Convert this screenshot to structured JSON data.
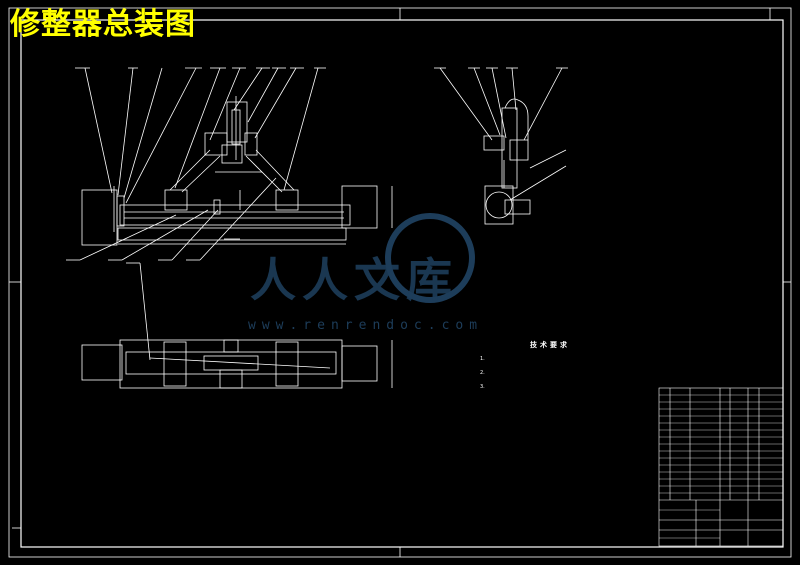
{
  "drawing": {
    "title": "修整器总装图",
    "technical_requirements": {
      "heading": "技术要求",
      "items": [
        "1.",
        "2.",
        "3."
      ]
    }
  },
  "watermark": {
    "cn_text": "人人文库",
    "url": "www.renrendoc.com"
  },
  "colors": {
    "background": "#000000",
    "lines": "#ffffff",
    "title": "#ffff00",
    "watermark": "#1d3d5a"
  }
}
